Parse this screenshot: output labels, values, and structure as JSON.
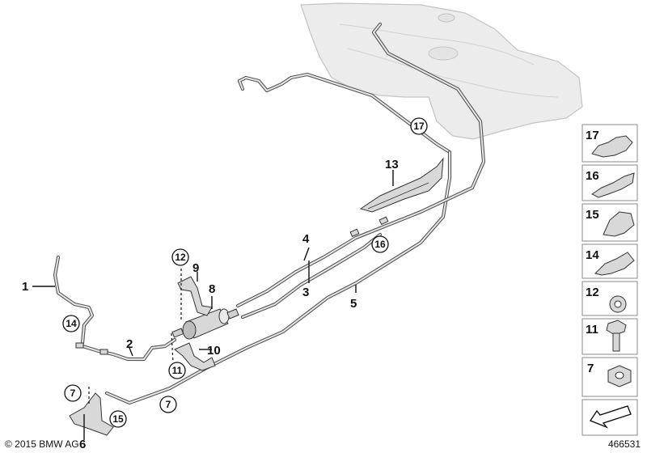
{
  "callouts": {
    "c1": "1",
    "c2": "2",
    "c3": "3",
    "c4": "4",
    "c5": "5",
    "c6": "6",
    "c8": "8",
    "c9": "9",
    "c10": "10",
    "c13": "13"
  },
  "circled": {
    "c7a": "7",
    "c7b": "7",
    "c11": "11",
    "c12": "12",
    "c14": "14",
    "c15": "15",
    "c16": "16",
    "c17": "17"
  },
  "parts_column": {
    "p17": "17",
    "p16": "16",
    "p15": "15",
    "p14": "14",
    "p12": "12",
    "p11": "11",
    "p7": "7"
  },
  "footer": {
    "copyright": "© 2015 BMW AG",
    "doc_number": "466531"
  }
}
